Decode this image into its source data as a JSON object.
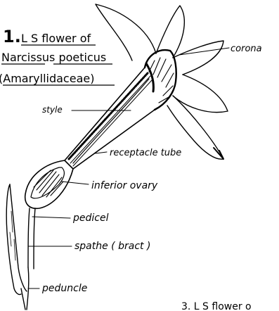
{
  "title": {
    "number": "1.",
    "line1": "L S flower of",
    "line2": "Narcissus poeticus",
    "line3": "(Amaryllidaceae)"
  },
  "labels": {
    "corona": "corona",
    "style": "style",
    "receptacle_tube": "receptacle tube",
    "inferior_ovary": "inferior ovary",
    "pedicel": "pedicel",
    "spathe": "spathe ( bract )",
    "peduncle": "peduncle"
  },
  "footer": {
    "next_figure": "3. L S flower o"
  }
}
